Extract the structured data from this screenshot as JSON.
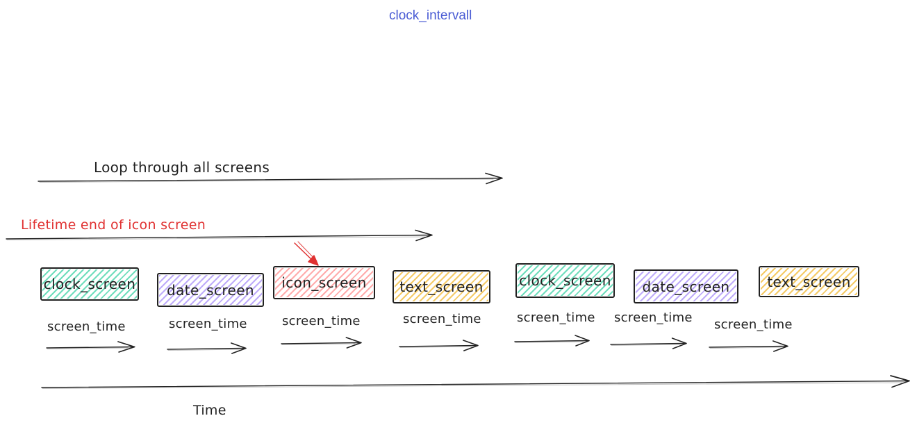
{
  "title": "clock_intervall",
  "palette": {
    "ink": "#212121",
    "blue": "#4a5cd4",
    "red": "#e03131",
    "green": "#55d7b0",
    "purple": "#b29cf9",
    "redfill": "#ff9c9c",
    "yellow": "#f3c14b"
  },
  "arrows": {
    "loop_label": "Loop through all screens",
    "lifetime_label": "Lifetime end of icon screen",
    "time_label": "Time"
  },
  "screens": [
    {
      "label": "clock_screen",
      "color": "green"
    },
    {
      "label": "date_screen",
      "color": "purple"
    },
    {
      "label": "icon_screen",
      "color": "red"
    },
    {
      "label": "text_screen",
      "color": "yellow"
    },
    {
      "label": "clock_screen",
      "color": "green"
    },
    {
      "label": "date_screen",
      "color": "purple"
    },
    {
      "label": "text_screen",
      "color": "yellow"
    }
  ],
  "segments": [
    {
      "label": "screen_time"
    },
    {
      "label": "screen_time"
    },
    {
      "label": "screen_time"
    },
    {
      "label": "screen_time"
    },
    {
      "label": "screen_time"
    },
    {
      "label": "screen_time"
    },
    {
      "label": "screen_time"
    }
  ]
}
